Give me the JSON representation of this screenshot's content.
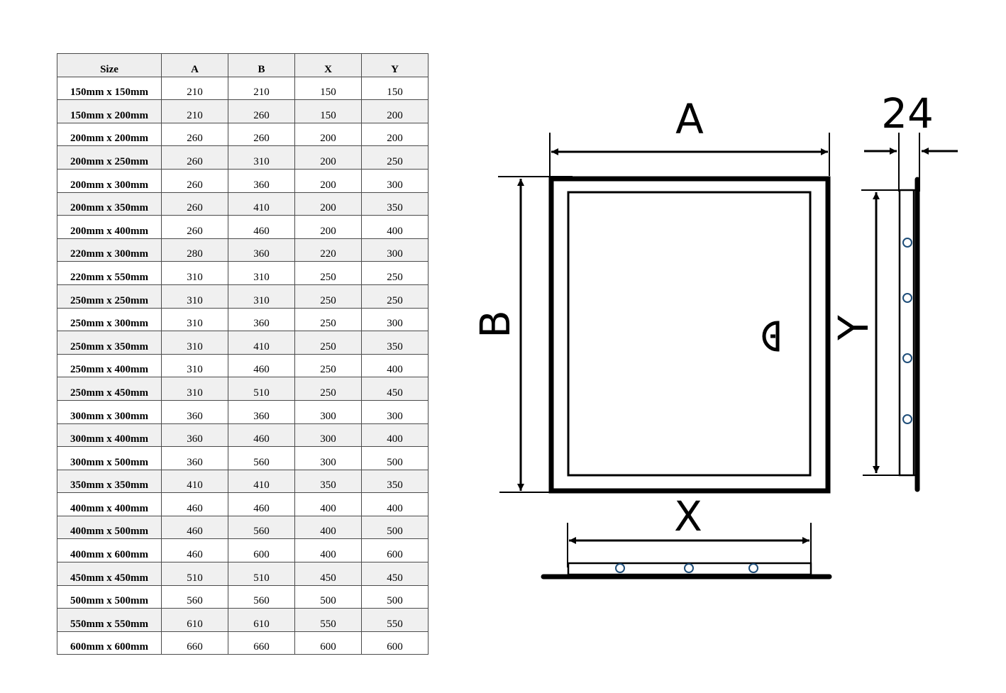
{
  "table": {
    "headers": [
      "Size",
      "A",
      "B",
      "X",
      "Y"
    ],
    "rows": [
      [
        "150mm x 150mm",
        "210",
        "210",
        "150",
        "150"
      ],
      [
        "150mm x 200mm",
        "210",
        "260",
        "150",
        "200"
      ],
      [
        "200mm x 200mm",
        "260",
        "260",
        "200",
        "200"
      ],
      [
        "200mm x 250mm",
        "260",
        "310",
        "200",
        "250"
      ],
      [
        "200mm x 300mm",
        "260",
        "360",
        "200",
        "300"
      ],
      [
        "200mm x 350mm",
        "260",
        "410",
        "200",
        "350"
      ],
      [
        "200mm x 400mm",
        "260",
        "460",
        "200",
        "400"
      ],
      [
        "220mm x 300mm",
        "280",
        "360",
        "220",
        "300"
      ],
      [
        "220mm x 550mm",
        "310",
        "310",
        "250",
        "250"
      ],
      [
        "250mm x 250mm",
        "310",
        "310",
        "250",
        "250"
      ],
      [
        "250mm x 300mm",
        "310",
        "360",
        "250",
        "300"
      ],
      [
        "250mm x 350mm",
        "310",
        "410",
        "250",
        "350"
      ],
      [
        "250mm x 400mm",
        "310",
        "460",
        "250",
        "400"
      ],
      [
        "250mm x 450mm",
        "310",
        "510",
        "250",
        "450"
      ],
      [
        "300mm x 300mm",
        "360",
        "360",
        "300",
        "300"
      ],
      [
        "300mm x 400mm",
        "360",
        "460",
        "300",
        "400"
      ],
      [
        "300mm x 500mm",
        "360",
        "560",
        "300",
        "500"
      ],
      [
        "350mm x 350mm",
        "410",
        "410",
        "350",
        "350"
      ],
      [
        "400mm x 400mm",
        "460",
        "460",
        "400",
        "400"
      ],
      [
        "400mm x 500mm",
        "460",
        "560",
        "400",
        "500"
      ],
      [
        "400mm x 600mm",
        "460",
        "600",
        "400",
        "600"
      ],
      [
        "450mm x 450mm",
        "510",
        "510",
        "450",
        "450"
      ],
      [
        "500mm x 500mm",
        "560",
        "560",
        "500",
        "500"
      ],
      [
        "550mm x 550mm",
        "610",
        "610",
        "550",
        "550"
      ],
      [
        "600mm x 600mm",
        "660",
        "660",
        "600",
        "600"
      ]
    ]
  },
  "diagram": {
    "label_a": "A",
    "label_b": "B",
    "label_x": "X",
    "label_y": "Y",
    "label_depth": "24"
  }
}
